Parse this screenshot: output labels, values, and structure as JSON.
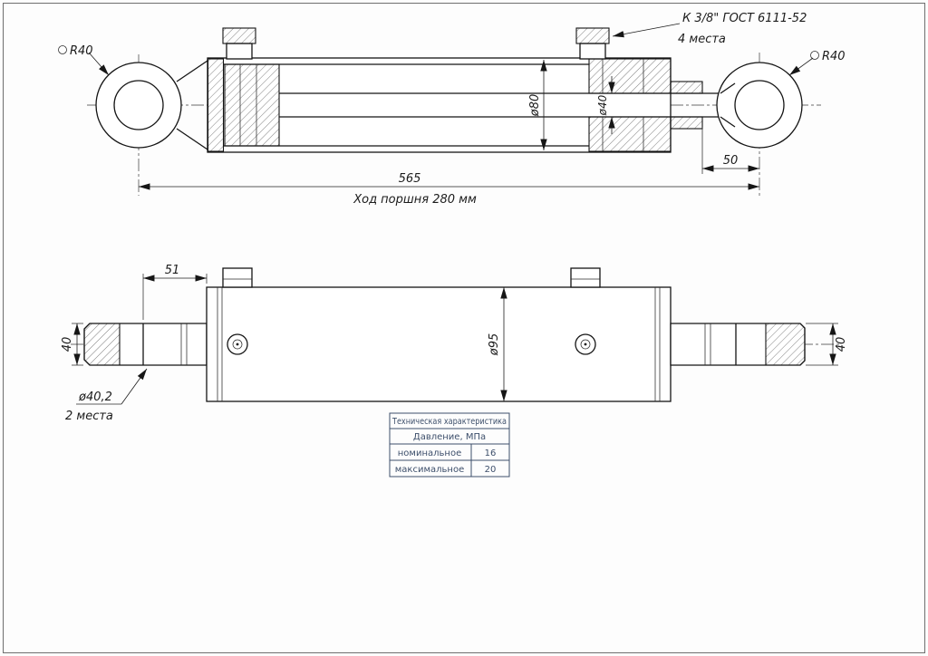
{
  "drawing": {
    "labels": {
      "r40_left": "R40",
      "r40_right": "R40",
      "port_spec": "К 3/8\" ГОСТ 6111-52",
      "port_places": "4 места",
      "bore_dia": "ø80",
      "rod_dia": "ø40",
      "dim_50": "50",
      "dim_565": "565",
      "stroke_note": "Ход поршня 280 мм",
      "dim_51": "51",
      "rod_dim_left": "40",
      "rod_dim_right": "40",
      "body_dia": "ø95",
      "thread_dia": "ø40,2",
      "thread_places": "2 места"
    },
    "table": {
      "title": "Техническая характеристика",
      "subtitle": "Давление, МПа",
      "rows": [
        {
          "label": "номинальное",
          "value": "16"
        },
        {
          "label": "максимальное",
          "value": "20"
        }
      ]
    }
  }
}
